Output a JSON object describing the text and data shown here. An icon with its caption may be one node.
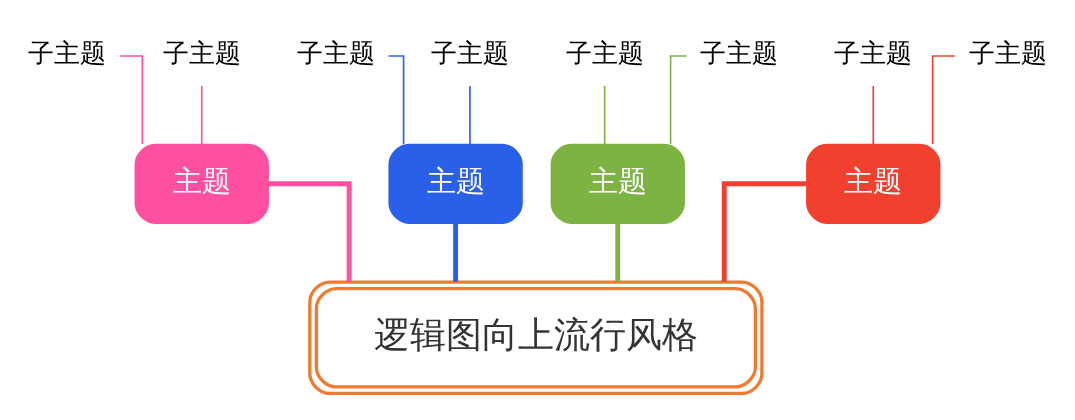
{
  "diagram": {
    "nodes": [
      {
        "text": [
          "逻辑图向上流行风格"
        ]
      },
      {
        "text": [
          "主题"
        ]
      },
      {
        "text": [
          "主题"
        ]
      },
      {
        "text": [
          "主题"
        ]
      },
      {
        "text": [
          "主题"
        ]
      },
      {
        "text": [
          "子主题"
        ]
      },
      {
        "text": [
          "子主题"
        ]
      },
      {
        "text": [
          "子主题"
        ]
      },
      {
        "text": [
          "子主题"
        ]
      },
      {
        "text": [
          "子主题"
        ]
      },
      {
        "text": [
          "子主题"
        ]
      },
      {
        "text": [
          "子主题"
        ]
      },
      {
        "text": [
          "子主题"
        ]
      }
    ],
    "edges": [
      {
        "from": 0,
        "to": 1,
        "arrow": "none",
        "style": "thick",
        "color": "#ff4fa0"
      },
      {
        "from": 0,
        "to": 2,
        "arrow": "none",
        "style": "thick",
        "color": "#2a5fe8"
      },
      {
        "from": 0,
        "to": 3,
        "arrow": "none",
        "style": "thick",
        "color": "#7cb342"
      },
      {
        "from": 0,
        "to": 4,
        "arrow": "none",
        "style": "thick",
        "color": "#f2402f"
      },
      {
        "from": 1,
        "to": 5,
        "arrow": "none",
        "color": "#ff4fa0"
      },
      {
        "from": 1,
        "to": 6,
        "arrow": "none",
        "color": "#ff4fa0"
      },
      {
        "from": 2,
        "to": 7,
        "arrow": "none",
        "color": "#2a5fe8"
      },
      {
        "from": 2,
        "to": 8,
        "arrow": "none",
        "color": "#2a5fe8"
      },
      {
        "from": 3,
        "to": 9,
        "arrow": "none",
        "color": "#7cb342"
      },
      {
        "from": 3,
        "to": 10,
        "arrow": "none",
        "color": "#7cb342"
      },
      {
        "from": 4,
        "to": 11,
        "arrow": "none",
        "color": "#f2402f"
      },
      {
        "from": 4,
        "to": 12,
        "arrow": "none",
        "color": "#f2402f"
      }
    ]
  }
}
